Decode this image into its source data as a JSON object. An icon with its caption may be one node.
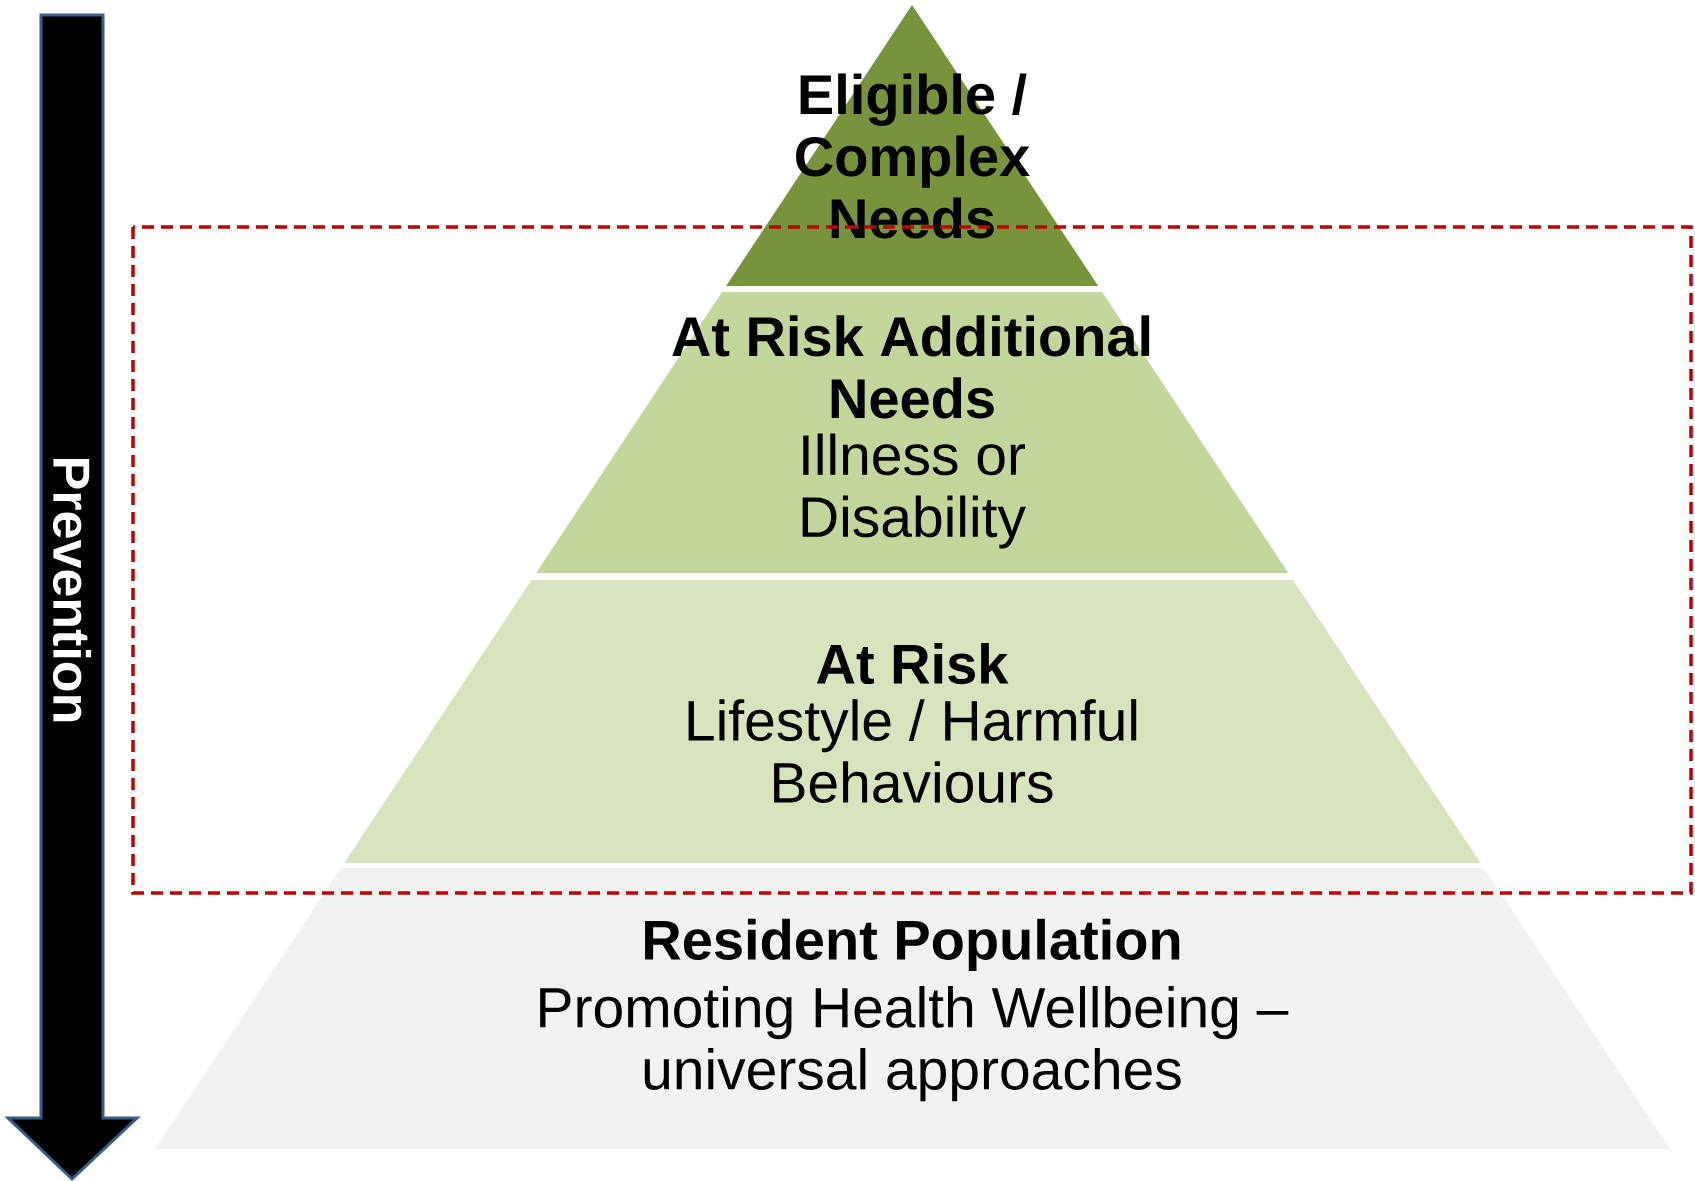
{
  "diagram": {
    "nodes": [
      {
        "text": [
          "Eligible / Complex Needs"
        ]
      },
      {
        "text": [
          "At Risk Additional Needs",
          "Illness or Disability"
        ]
      },
      {
        "text": [
          "At Risk",
          "Lifestyle / Harmful Behaviours"
        ]
      },
      {
        "text": [
          "Resident Population",
          "Promoting Health Wellbeing – universal approaches"
        ]
      },
      {
        "text": [
          "Prevention"
        ]
      }
    ],
    "edges": []
  }
}
